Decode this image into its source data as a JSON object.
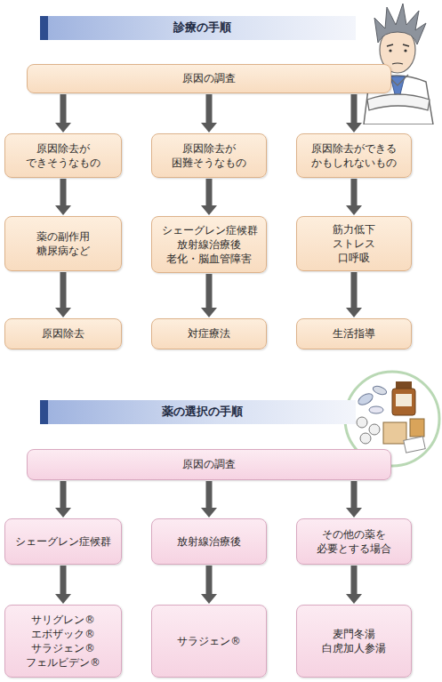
{
  "diagram": {
    "nodes": [
      {
        "text": [
          "診療の手順"
        ]
      },
      {
        "text": [
          "原因の調査"
        ]
      },
      {
        "text": [
          "原因除去が できそうなもの"
        ]
      },
      {
        "text": [
          "原因除去が 困難そうなもの"
        ]
      },
      {
        "text": [
          "原因除去ができる かもしれないもの"
        ]
      },
      {
        "text": [
          "薬の副作用 糖尿病など"
        ]
      },
      {
        "text": [
          "シェーグレン症候群 放射線治療後 老化・脳血管障害"
        ]
      },
      {
        "text": [
          "筋力低下 ストレス 口呼吸"
        ]
      },
      {
        "text": [
          "原因除去"
        ]
      },
      {
        "text": [
          "対症療法"
        ]
      },
      {
        "text": [
          "生活指導"
        ]
      },
      {
        "text": [
          "薬の選択の手順"
        ]
      },
      {
        "text": [
          "原因の調査"
        ]
      },
      {
        "text": [
          "シェーグレン症候群"
        ]
      },
      {
        "text": [
          "放射線治療後"
        ]
      },
      {
        "text": [
          "その他の薬を 必要とする場合"
        ]
      },
      {
        "text": [
          "サリグレン® エボザック® サラジェン® フェルビデン®"
        ]
      },
      {
        "text": [
          "サラジェン®"
        ]
      },
      {
        "text": [
          "麦門冬湯 白虎加人参湯"
        ]
      }
    ],
    "edges": [
      {
        "from": 1,
        "to": 2,
        "arrow": "to"
      },
      {
        "from": 1,
        "to": 3,
        "arrow": "to"
      },
      {
        "from": 1,
        "to": 4,
        "arrow": "to"
      },
      {
        "from": 2,
        "to": 5,
        "arrow": "to"
      },
      {
        "from": 3,
        "to": 6,
        "arrow": "to"
      },
      {
        "from": 4,
        "to": 7,
        "arrow": "to"
      },
      {
        "from": 5,
        "to": 8,
        "arrow": "to"
      },
      {
        "from": 6,
        "to": 9,
        "arrow": "to"
      },
      {
        "from": 7,
        "to": 10,
        "arrow": "to"
      },
      {
        "from": 12,
        "to": 13,
        "arrow": "to"
      },
      {
        "from": 12,
        "to": 14,
        "arrow": "to"
      },
      {
        "from": 12,
        "to": 15,
        "arrow": "to"
      },
      {
        "from": 13,
        "to": 16,
        "arrow": "to"
      },
      {
        "from": 14,
        "to": 17,
        "arrow": "to"
      },
      {
        "from": 15,
        "to": 18,
        "arrow": "to"
      }
    ]
  }
}
